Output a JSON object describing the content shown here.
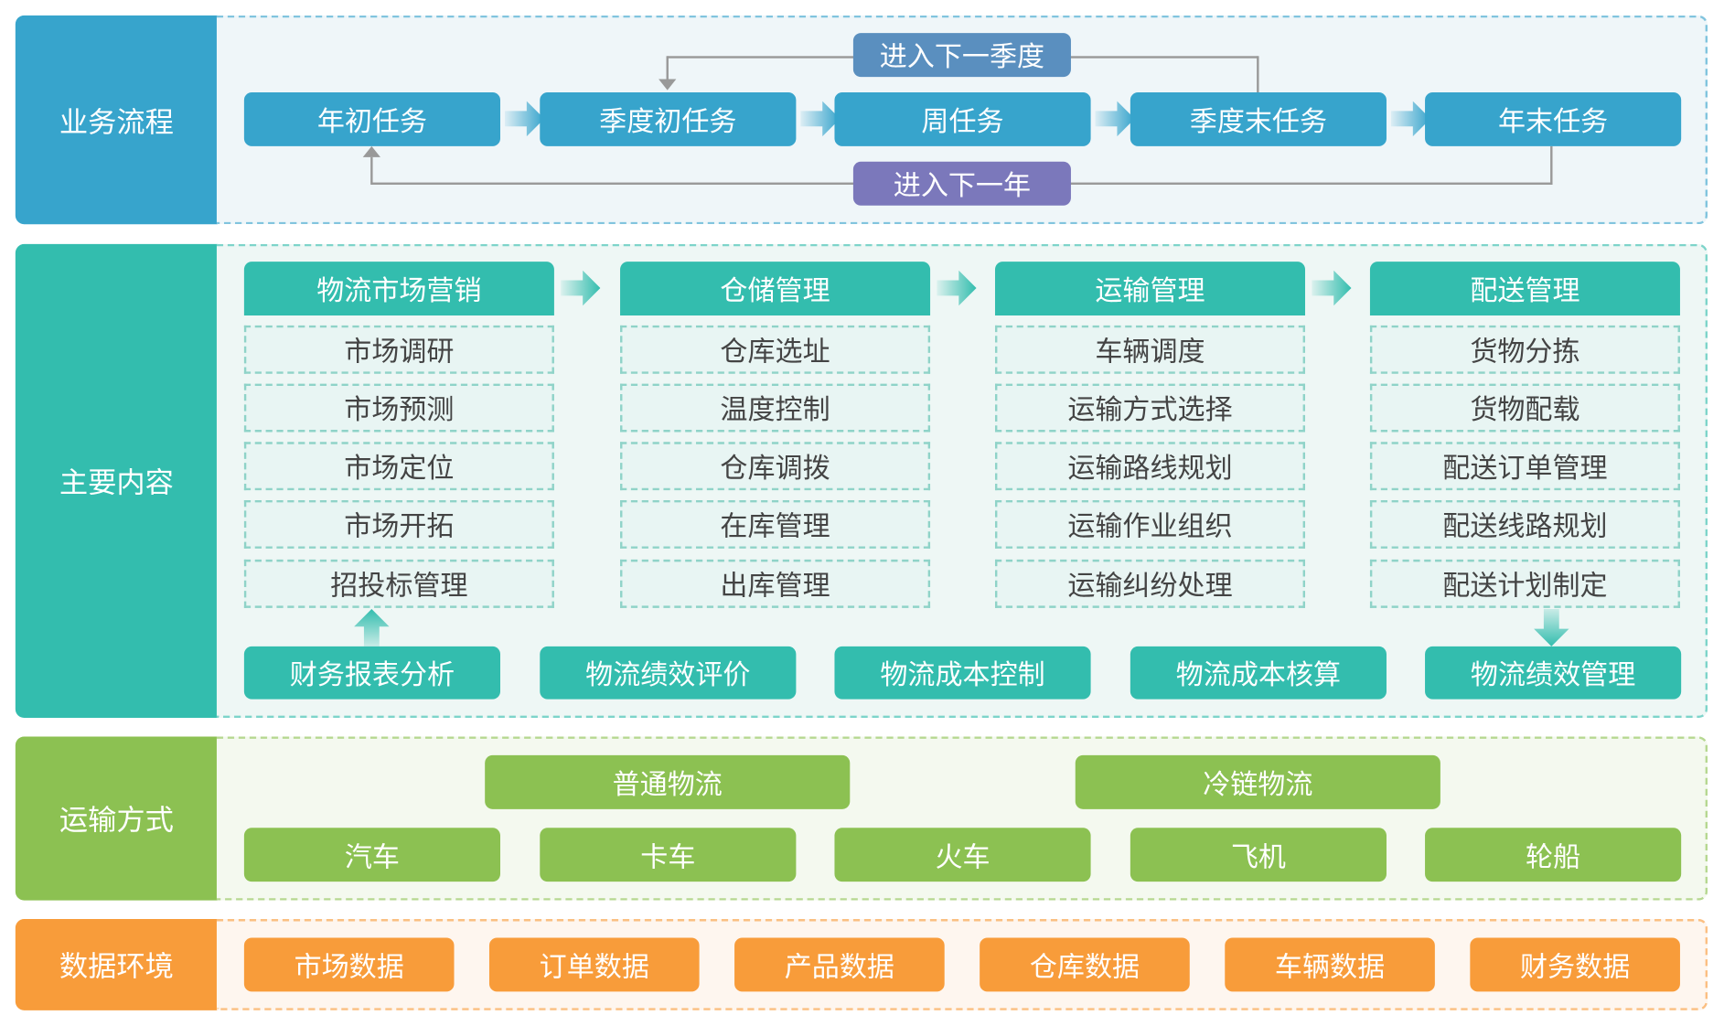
{
  "colors": {
    "blue": "#37a4cc",
    "teal": "#33bdae",
    "green": "#8cc152",
    "orange": "#f89c3a",
    "purple": "#7b78bb"
  },
  "process": {
    "label": "业务流程",
    "tasks": [
      "年初任务",
      "季度初任务",
      "周任务",
      "季度末任务",
      "年末任务"
    ],
    "next_quarter": "进入下一季度",
    "next_year": "进入下一年"
  },
  "content": {
    "label": "主要内容",
    "columns": [
      {
        "title": "物流市场营销",
        "items": [
          "市场调研",
          "市场预测",
          "市场定位",
          "市场开拓",
          "招投标管理"
        ]
      },
      {
        "title": "仓储管理",
        "items": [
          "仓库选址",
          "温度控制",
          "仓库调拨",
          "在库管理",
          "出库管理"
        ]
      },
      {
        "title": "运输管理",
        "items": [
          "车辆调度",
          "运输方式选择",
          "运输路线规划",
          "运输作业组织",
          "运输纠纷处理"
        ]
      },
      {
        "title": "配送管理",
        "items": [
          "货物分拣",
          "货物配载",
          "配送订单管理",
          "配送线路规划",
          "配送计划制定"
        ]
      }
    ],
    "bottom": [
      "财务报表分析",
      "物流绩效评价",
      "物流成本控制",
      "物流成本核算",
      "物流绩效管理"
    ]
  },
  "transport": {
    "label": "运输方式",
    "types": [
      "普通物流",
      "冷链物流"
    ],
    "modes": [
      "汽车",
      "卡车",
      "火车",
      "飞机",
      "轮船"
    ]
  },
  "data_env": {
    "label": "数据环境",
    "items": [
      "市场数据",
      "订单数据",
      "产品数据",
      "仓库数据",
      "车辆数据",
      "财务数据"
    ]
  }
}
